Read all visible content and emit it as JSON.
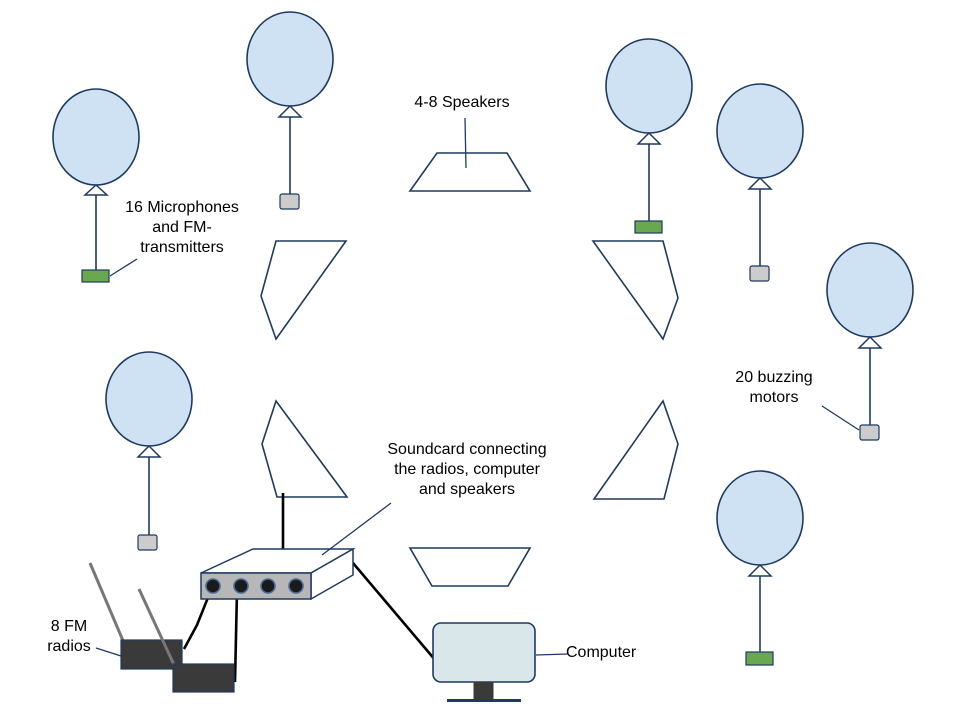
{
  "labels": {
    "speakers": "4-8 Speakers",
    "microphones": "16 Microphones\nand FM-\ntransmitters",
    "motors": "20 buzzing\nmotors",
    "soundcard": "Soundcard connecting\nthe radios, computer\nand speakers",
    "radios": "8 FM\nradios",
    "computer": "Computer"
  },
  "colors": {
    "balloon_fill": "#cfe2f3",
    "balloon_stroke": "#1f3a60",
    "microphone_fill": "#6aa84f",
    "motor_fill": "#cccccc",
    "speaker_stroke": "#1f3a60",
    "soundcard_fill": "#ffffff",
    "jack_fill": "#1a1a1a",
    "radio_fill": "#3a3a3a",
    "monitor_fill": "#d9e6ea",
    "cable": "#000000"
  },
  "balloons": [
    {
      "id": "balloon-1",
      "payload": "microphone"
    },
    {
      "id": "balloon-2",
      "payload": "motor"
    },
    {
      "id": "balloon-3",
      "payload": "microphone"
    },
    {
      "id": "balloon-4",
      "payload": "motor"
    },
    {
      "id": "balloon-5",
      "payload": "motor"
    },
    {
      "id": "balloon-6",
      "payload": "motor"
    },
    {
      "id": "balloon-7",
      "payload": "microphone"
    }
  ]
}
